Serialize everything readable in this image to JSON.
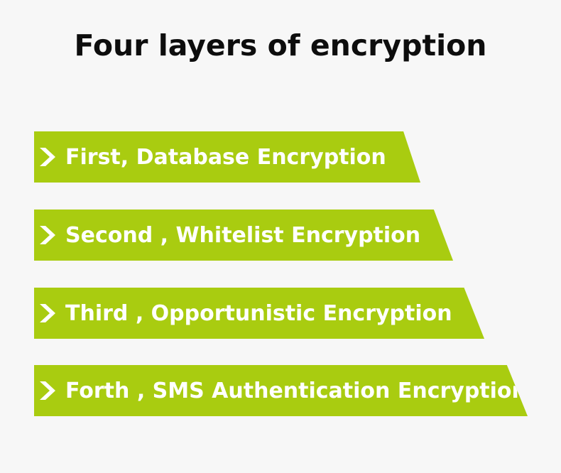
{
  "title": "Four layers of encryption",
  "layers": [
    {
      "label": "First, Database Encryption",
      "icon": "chevron-right-icon"
    },
    {
      "label": "Second , Whitelist Encryption",
      "icon": "chevron-right-icon"
    },
    {
      "label": "Third , Opportunistic Encryption",
      "icon": "chevron-right-icon"
    },
    {
      "label": "Forth , SMS Authentication Encryption",
      "icon": "chevron-right-icon"
    }
  ],
  "colors": {
    "background": "#f7f7f7",
    "banner": "#a9cc10",
    "banner_text": "#ffffff",
    "title_text": "#0d0d0d"
  }
}
